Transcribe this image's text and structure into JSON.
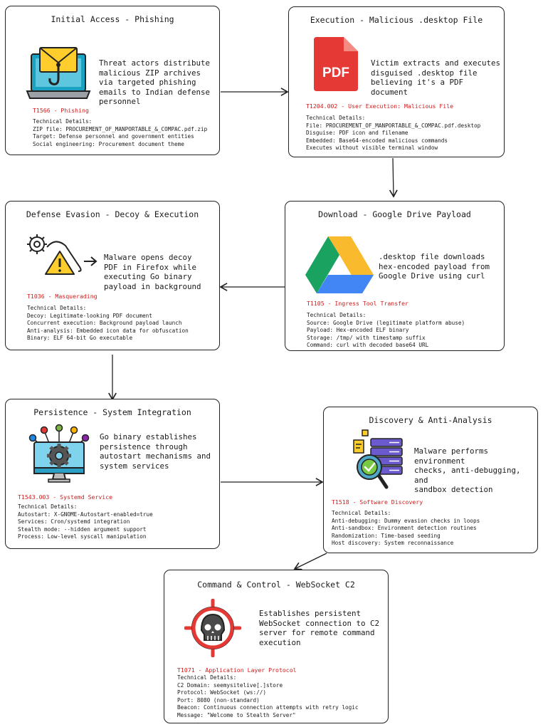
{
  "stages": {
    "initial_access": {
      "title": "Initial Access - Phishing",
      "description": "Threat actors distribute\nmalicious ZIP archives\nvia targeted phishing\nemails to Indian defense\npersonnel",
      "technique": "T1566 - Phishing",
      "details": [
        "Technical Details:",
        "ZIP file: PROCUREMENT_OF_MANPORTABLE_&_COMPAC.pdf.zip",
        "Target: Defense personnel and government entities",
        "Social engineering: Procurement document theme"
      ]
    },
    "execution": {
      "title": "Execution - Malicious .desktop File",
      "description": "Victim extracts and executes\ndisguised .desktop file\nbelieving it's a PDF document",
      "technique": "T1204.002 - User Execution: Malicious File",
      "details": [
        "Technical Details:",
        "File: PROCUREMENT_OF_MANPORTABLE_&_COMPAC.pdf.desktop",
        "Disguise: PDF icon and filename",
        "Embedded: Base64-encoded malicious commands",
        "Executes without visible terminal window"
      ],
      "icon_text": "PDF"
    },
    "download": {
      "title": "Download - Google Drive Payload",
      "description": ".desktop file downloads\nhex-encoded payload from\nGoogle Drive using curl",
      "technique": "T1105 - Ingress Tool Transfer",
      "details": [
        "Technical Details:",
        "Source: Google Drive (legitimate platform abuse)",
        "Payload: Hex-encoded ELF binary",
        "Storage: /tmp/ with timestamp suffix",
        "Command: curl with decoded base64 URL"
      ]
    },
    "defense_evasion": {
      "title": "Defense Evasion - Decoy & Execution",
      "description": "Malware opens decoy\nPDF in Firefox while\nexecuting Go binary\npayload in background",
      "technique": "T1036 - Masquerading",
      "details": [
        "Technical Details:",
        "Decoy: Legitimate-looking PDF document",
        "Concurrent execution: Background payload launch",
        "Anti-analysis: Embedded icon data for obfuscation",
        "Binary: ELF 64-bit Go executable"
      ]
    },
    "persistence": {
      "title": "Persistence - System Integration",
      "description": "Go binary establishes\npersistence through\nautostart mechanisms and\nsystem services",
      "technique": "T1543.003 - Systemd Service",
      "details": [
        "Technical Details:",
        "Autostart: X-GNOME-Autostart-enabled=true",
        "Services: Cron/systemd integration",
        "Stealth mode: --hidden argument support",
        "Process: Low-level syscall manipulation"
      ]
    },
    "discovery": {
      "title": "Discovery & Anti-Analysis",
      "description": "Malware performs environment\nchecks, anti-debugging, and\nsandbox detection",
      "technique": "T1518 - Software Discovery",
      "details": [
        "Technical Details:",
        "Anti-debugging: Dummy evasion checks in loops",
        "Anti-sandbox: Environment detection routines",
        "Randomization: Time-based seeding",
        "Host discovery: System reconnaissance"
      ]
    },
    "c2": {
      "title": "Command & Control - WebSocket C2",
      "description": "Establishes persistent\nWebSocket connection to C2\nserver for remote command\nexecution",
      "technique": "T1071 - Application Layer Protocol",
      "details": [
        "Technical Details:",
        "C2 Domain: seemysitelive[.]store",
        "Protocol: WebSocket (ws://)",
        "Port: 8080 (non-standard)",
        "Beacon: Continuous connection attempts with retry logic",
        "Message: \"Welcome to Stealth Server\""
      ]
    }
  },
  "colors": {
    "technique_red": "#d11a1a",
    "border": "#222222"
  }
}
